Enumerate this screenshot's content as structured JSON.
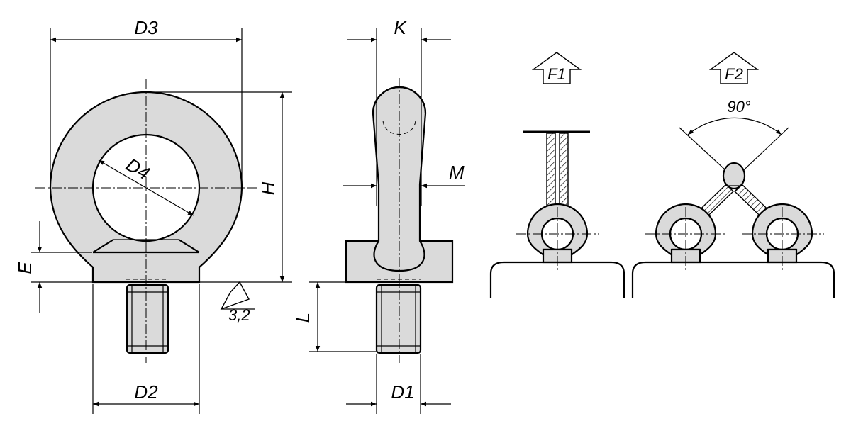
{
  "diagram": {
    "dimensions": {
      "d3": "D3",
      "d4": "D4",
      "h": "H",
      "e": "E",
      "d2": "D2",
      "k": "K",
      "m": "M",
      "l": "L",
      "d1": "D1"
    },
    "surface_roughness": "3,2",
    "load_cases": {
      "f1": "F1",
      "f2": "F2",
      "angle": "90°"
    },
    "colors": {
      "part_fill": "#dadada",
      "line": "#000000",
      "background": "#ffffff"
    }
  }
}
